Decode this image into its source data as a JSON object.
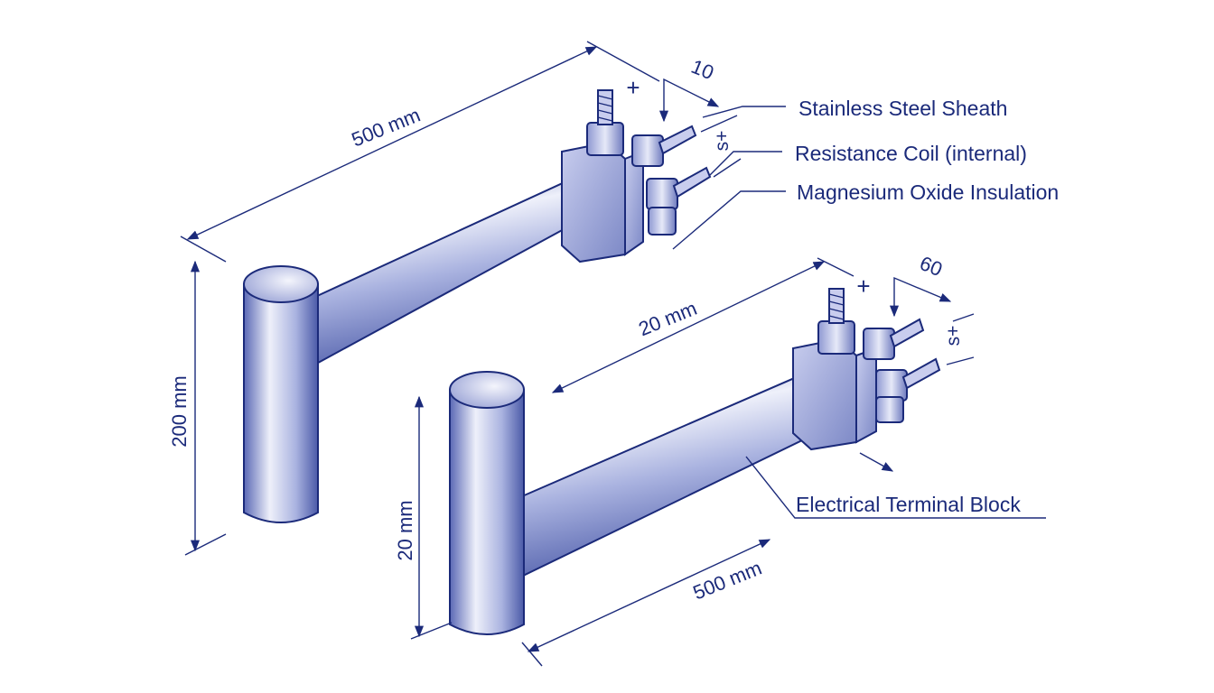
{
  "colors": {
    "ink": "#1b2a7a",
    "steel_light": "#eef0fa",
    "steel_mid": "#aab3e0",
    "steel_dark": "#4b5aa8"
  },
  "callouts": {
    "sheath": "Stainless Steel Sheath",
    "coil": "Resistance Coil (internal)",
    "insulation": "Magnesium Oxide Insulation",
    "terminal": "Electrical Terminal Block"
  },
  "element_top": {
    "length": "500 mm",
    "height": "200 mm",
    "terminal_offset": "10",
    "plus_sign": "+",
    "plus_sign_side": "s+"
  },
  "element_bottom": {
    "length": "500 mm",
    "height": "20 mm",
    "terminal_gap": "20 mm",
    "terminal_offset": "60",
    "plus_sign": "+",
    "plus_sign_side": "s+"
  }
}
